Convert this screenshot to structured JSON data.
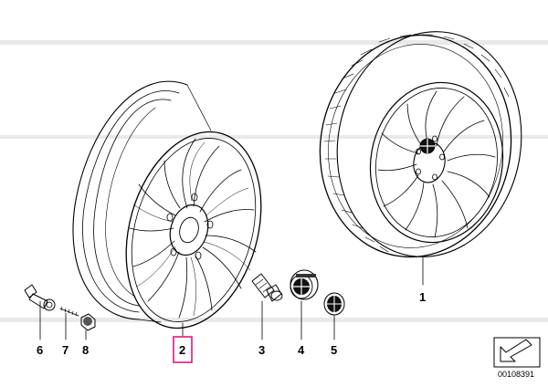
{
  "parts": [
    {
      "id": "p1",
      "number": "1",
      "part": "complete-wheel-tire"
    },
    {
      "id": "p2",
      "number": "2",
      "part": "light-alloy-rim",
      "highlighted": true
    },
    {
      "id": "p3",
      "number": "3",
      "part": "wheel-bolt"
    },
    {
      "id": "p4",
      "number": "4",
      "part": "hub-cap"
    },
    {
      "id": "p5",
      "number": "5",
      "part": "emblem"
    },
    {
      "id": "p6",
      "number": "6",
      "part": "valve"
    },
    {
      "id": "p7",
      "number": "7",
      "part": "valve-insert"
    },
    {
      "id": "p8",
      "number": "8",
      "part": "valve-cap"
    }
  ],
  "document_number": "00108391",
  "colors": {
    "highlight": "#e0197d",
    "line": "#000000",
    "background": "#ffffff",
    "watermark": "#e6e6e6"
  }
}
